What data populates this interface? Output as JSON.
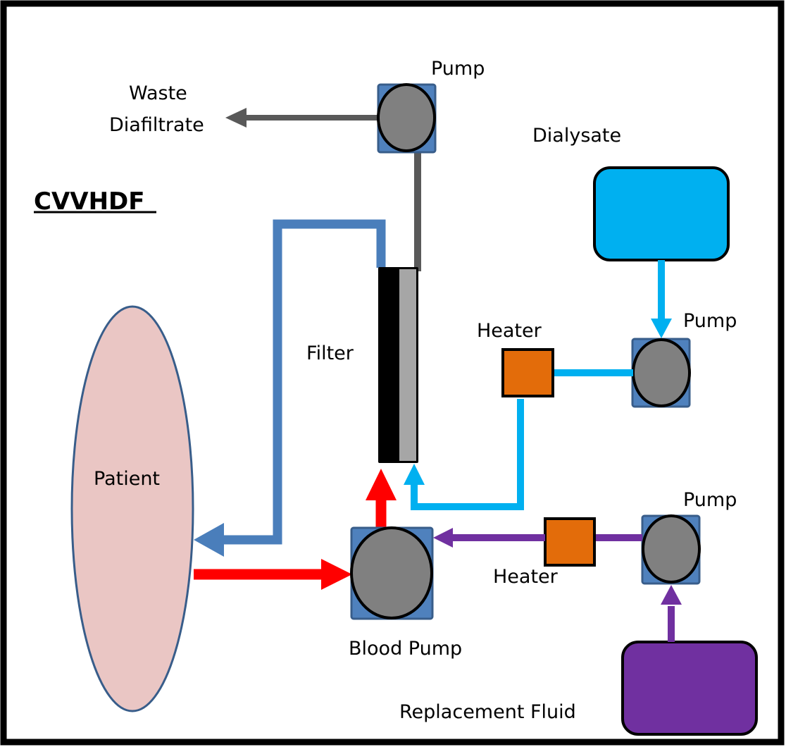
{
  "title": "CVVHDF",
  "labels": {
    "waste_line1": "Waste",
    "waste_line2": "Diafiltrate",
    "waste_pump": "Pump",
    "dialysate": "Dialysate",
    "dialysate_pump": "Pump",
    "dialysate_heater": "Heater",
    "filter": "Filter",
    "patient": "Patient",
    "blood_pump": "Blood Pump",
    "replacement_pump": "Pump",
    "replacement_heater": "Heater",
    "replacement_fluid": "Replacement Fluid"
  },
  "colors": {
    "blood_out": "#ff0000",
    "blood_return": "#4a7ebb",
    "waste": "#595959",
    "dialysate": "#00b0f0",
    "replacement": "#7030a0",
    "heater": "#e36c0a",
    "pump_square": "#4f81bd",
    "pump_circle": "#808080",
    "patient_fill": "#eac6c4",
    "filter_dark": "#000000",
    "filter_light": "#a6a6a6"
  }
}
